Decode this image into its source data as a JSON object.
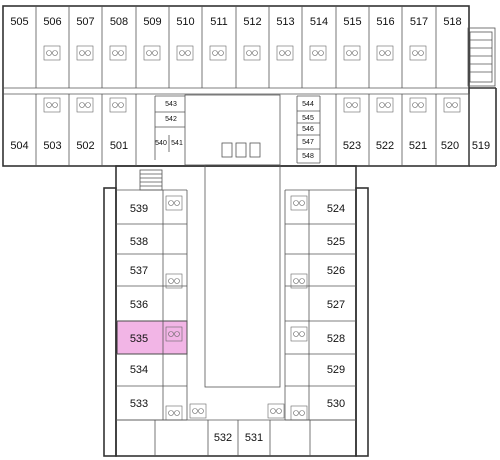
{
  "floor_plan": {
    "highlight_color": "#f2b5e6",
    "highlighted_room": "535",
    "rooms_top_row": [
      "505",
      "506",
      "507",
      "508",
      "509",
      "510",
      "511",
      "512",
      "513",
      "514",
      "515",
      "516",
      "517",
      "518"
    ],
    "rooms_lower_left": [
      "504",
      "503",
      "502",
      "501"
    ],
    "rooms_lower_right": [
      "523",
      "522",
      "521",
      "520",
      "519"
    ],
    "rooms_small_center_left": [
      "543",
      "542",
      "540",
      "541"
    ],
    "rooms_small_center_right": [
      "544",
      "545",
      "546",
      "547",
      "548"
    ],
    "rooms_left_wing": [
      "539",
      "538",
      "537",
      "536",
      "535",
      "534",
      "533"
    ],
    "rooms_right_wing": [
      "524",
      "525",
      "526",
      "527",
      "528",
      "529",
      "530"
    ],
    "rooms_bottom": [
      "532",
      "531"
    ]
  }
}
